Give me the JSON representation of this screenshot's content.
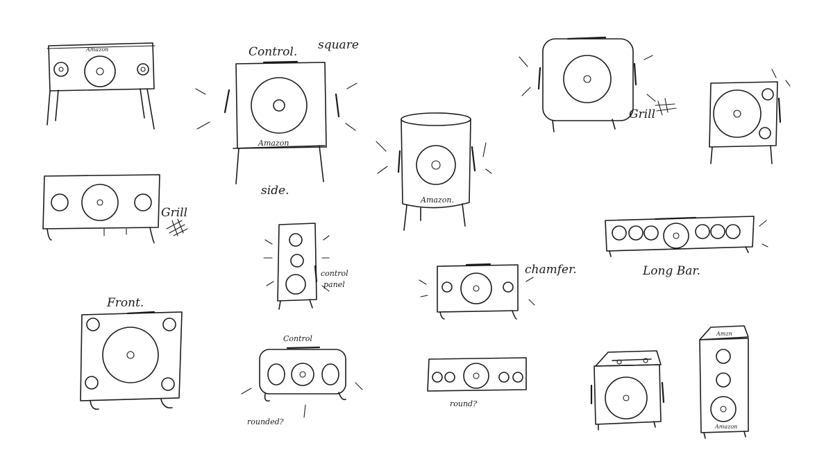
{
  "labels": {
    "control_1": "Control.",
    "square": "square",
    "brand_1": "Amazon",
    "brand_2": "Amazon",
    "brand_3": "Amazon.",
    "brand_4": "Amazon",
    "side": "side.",
    "grill_1": "Grill",
    "grill_2": "Grill",
    "control_panel_line1": "control",
    "control_panel_line2": "panel",
    "chamfer": "chamfer.",
    "long_bar": "Long Bar.",
    "front": "Front.",
    "control_2": "Control",
    "rounded": "rounded?",
    "round": "round?",
    "amzn_top": "Amzn"
  },
  "ink_color": "#1b1b1b",
  "paper_color": "#ffffff"
}
